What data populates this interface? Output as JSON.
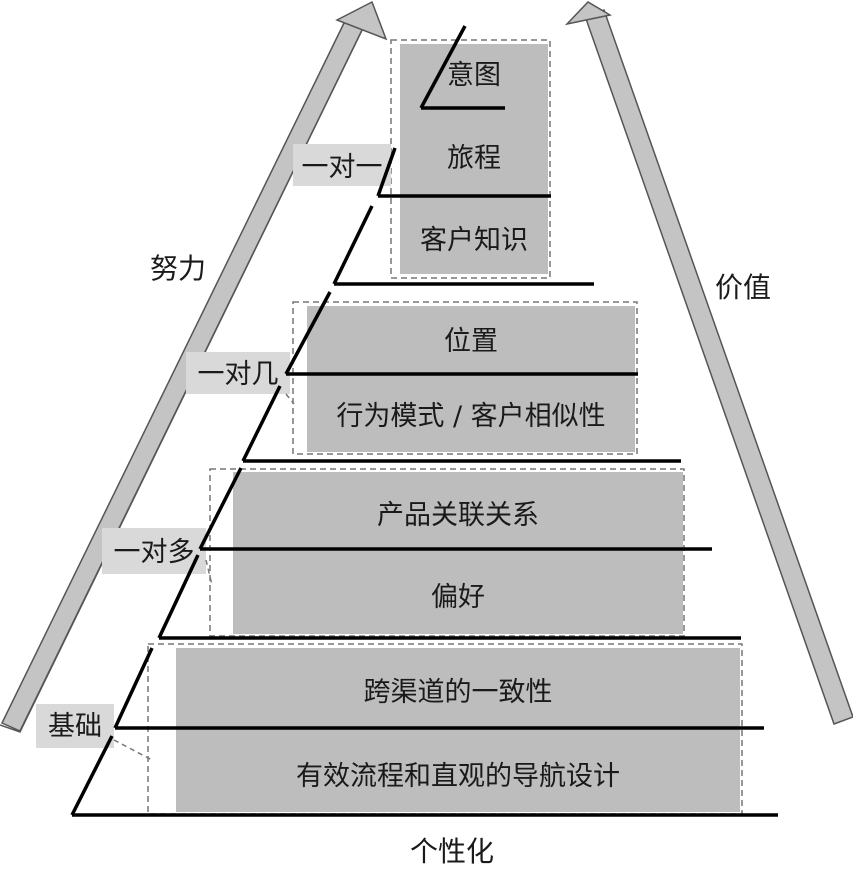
{
  "diagram": {
    "effort_label": "努力",
    "value_label": "价值",
    "bottom_label": "个性化",
    "tiers": {
      "one_to_one": {
        "name": "一对一",
        "items": [
          "意图",
          "旅程",
          "客户知识"
        ]
      },
      "one_to_few": {
        "name": "一对几",
        "items": [
          "位置",
          "行为模式 / 客户相似性"
        ]
      },
      "one_to_many": {
        "name": "一对多",
        "items": [
          "产品关联关系",
          "偏好"
        ]
      },
      "foundation": {
        "name": "基础",
        "items": [
          "跨渠道的一致性",
          "有效流程和直观的导航设计"
        ]
      }
    }
  },
  "colors": {
    "box_fill": "#bdbdbd",
    "tier_label_bg": "#d9d9d9",
    "line": "#000000",
    "arrow_fill": "#c4c4c4",
    "arrow_stroke": "#555555",
    "dashed": "#777777"
  }
}
